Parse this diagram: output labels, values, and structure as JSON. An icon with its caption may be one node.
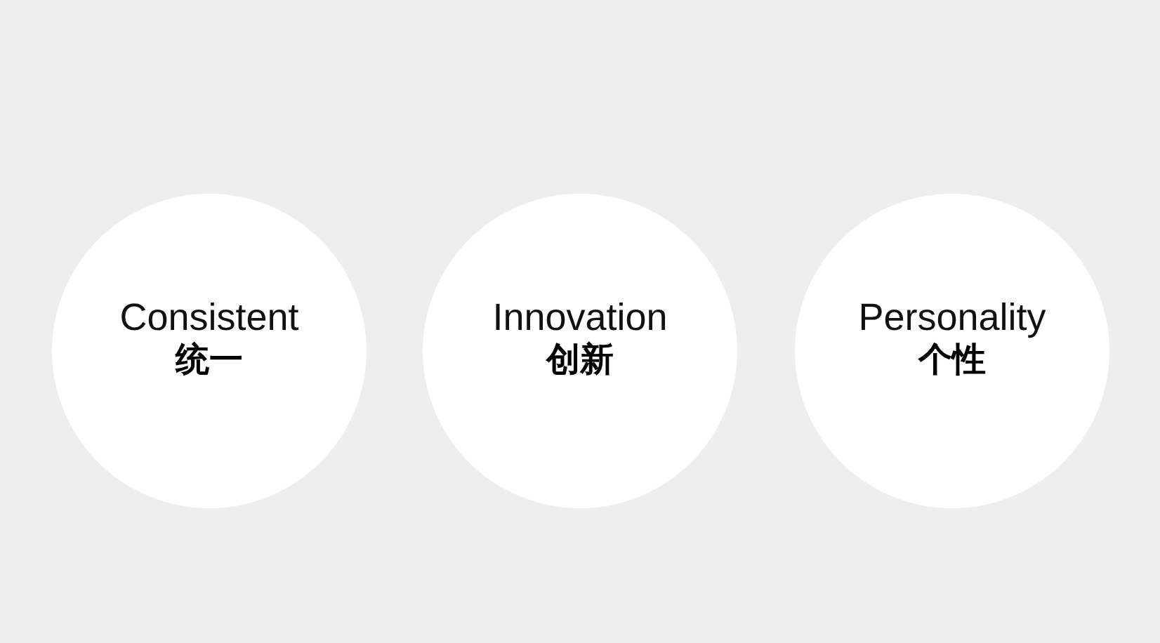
{
  "diagram": {
    "nodes": [
      {
        "text": [
          "Consistent",
          "统一"
        ]
      },
      {
        "text": [
          "Innovation",
          "创新"
        ]
      },
      {
        "text": [
          "Personality",
          "个性"
        ]
      }
    ]
  }
}
